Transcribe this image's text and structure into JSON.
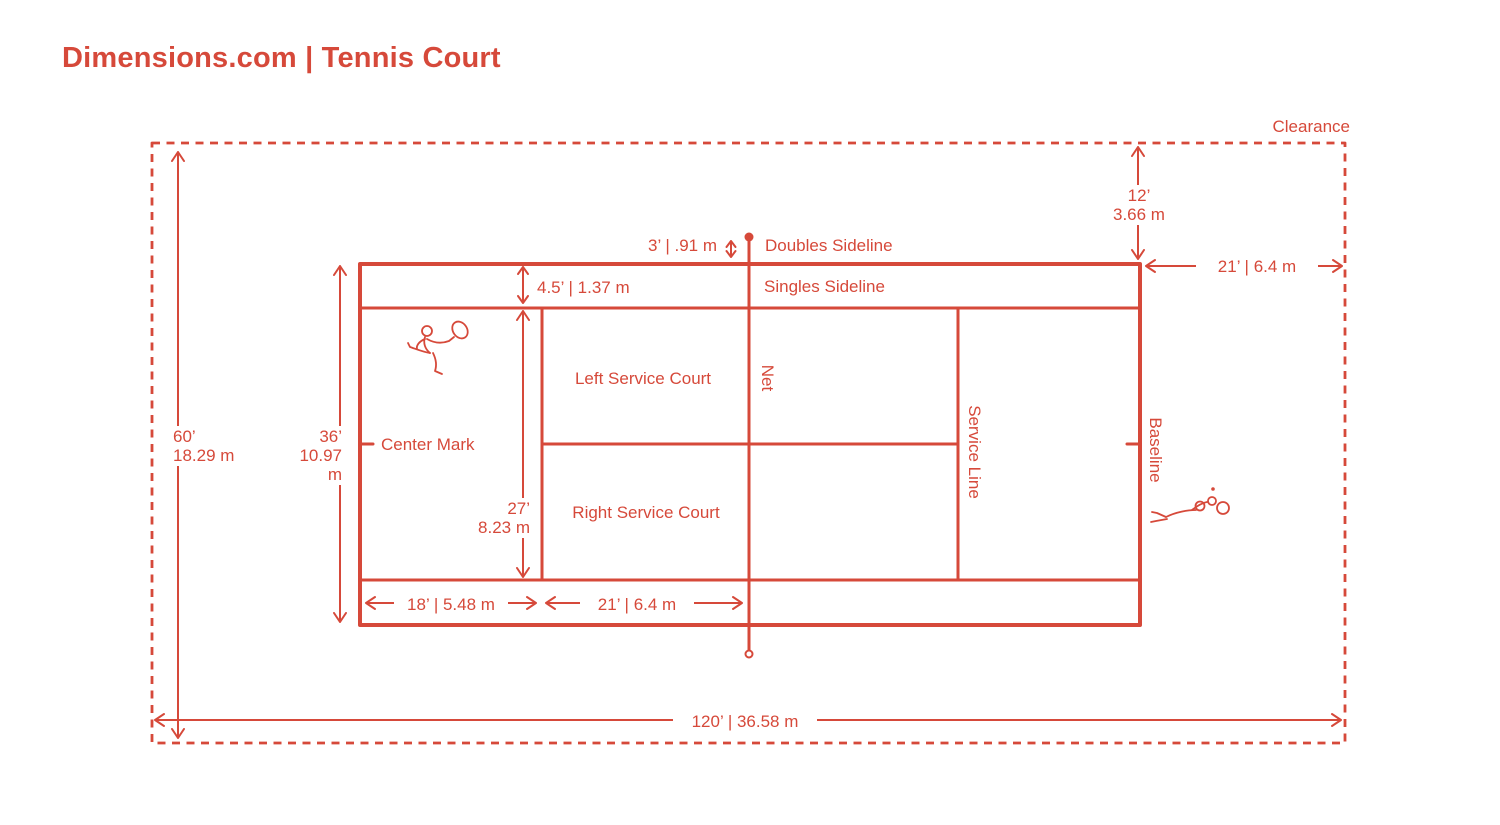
{
  "colors": {
    "accent": "#d6493a"
  },
  "header": {
    "title": "Dimensions.com | Tennis Court"
  },
  "diagram": {
    "clearance_label": "Clearance",
    "court_labels": {
      "doubles_sideline": "Doubles Sideline",
      "singles_sideline": "Singles Sideline",
      "left_service_court": "Left Service Court",
      "right_service_court": "Right Service Court",
      "net": "Net",
      "service_line": "Service Line",
      "baseline": "Baseline",
      "center_mark": "Center Mark"
    },
    "dimensions": {
      "total_length": "120’ | 36.58 m",
      "total_width": {
        "feet": "60’",
        "meters": "18.29 m"
      },
      "court_width": {
        "feet": "36’",
        "meters": "10.97 m"
      },
      "singles_width": {
        "feet": "27’",
        "meters": "8.23 m"
      },
      "alley_width": "4.5’ | 1.37 m",
      "net_post_overhang": "3’ | .91 m",
      "end_clearance": "21’ | 6.4 m",
      "side_clearance": {
        "feet": "12’",
        "meters": "3.66 m"
      },
      "baseline_to_service_line": "18’ | 5.48 m",
      "service_line_to_net": "21’ | 6.4 m"
    }
  }
}
